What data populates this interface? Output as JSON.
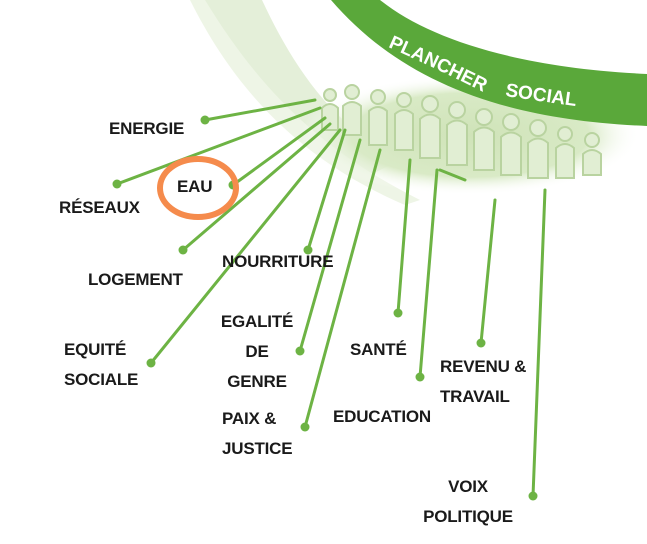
{
  "ring": {
    "label_left": "PLANCHER",
    "label_right": "SOCIAL"
  },
  "labels": {
    "energie": "ENERGIE",
    "eau": "EAU",
    "reseaux": "RÉSEAUX",
    "logement": "LOGEMENT",
    "nourriture": "NOURRITURE",
    "egalite_1": "EGALITÉ",
    "egalite_2": "DE",
    "egalite_3": "GENRE",
    "equite_1": "EQUITÉ",
    "equite_2": "SOCIALE",
    "sante": "SANTÉ",
    "paix_1": "PAIX &",
    "paix_2": "JUSTICE",
    "education": "EDUCATION",
    "revenu_1": "REVENU &",
    "revenu_2": "TRAVAIL",
    "voix_1": "VOIX",
    "voix_2": "POLITIQUE"
  },
  "colors": {
    "ring_dark": "#5aa83a",
    "ring_light": "#dceccc",
    "line": "#6db344",
    "highlight": "#f58b4c",
    "text": "#1a1a1a"
  }
}
